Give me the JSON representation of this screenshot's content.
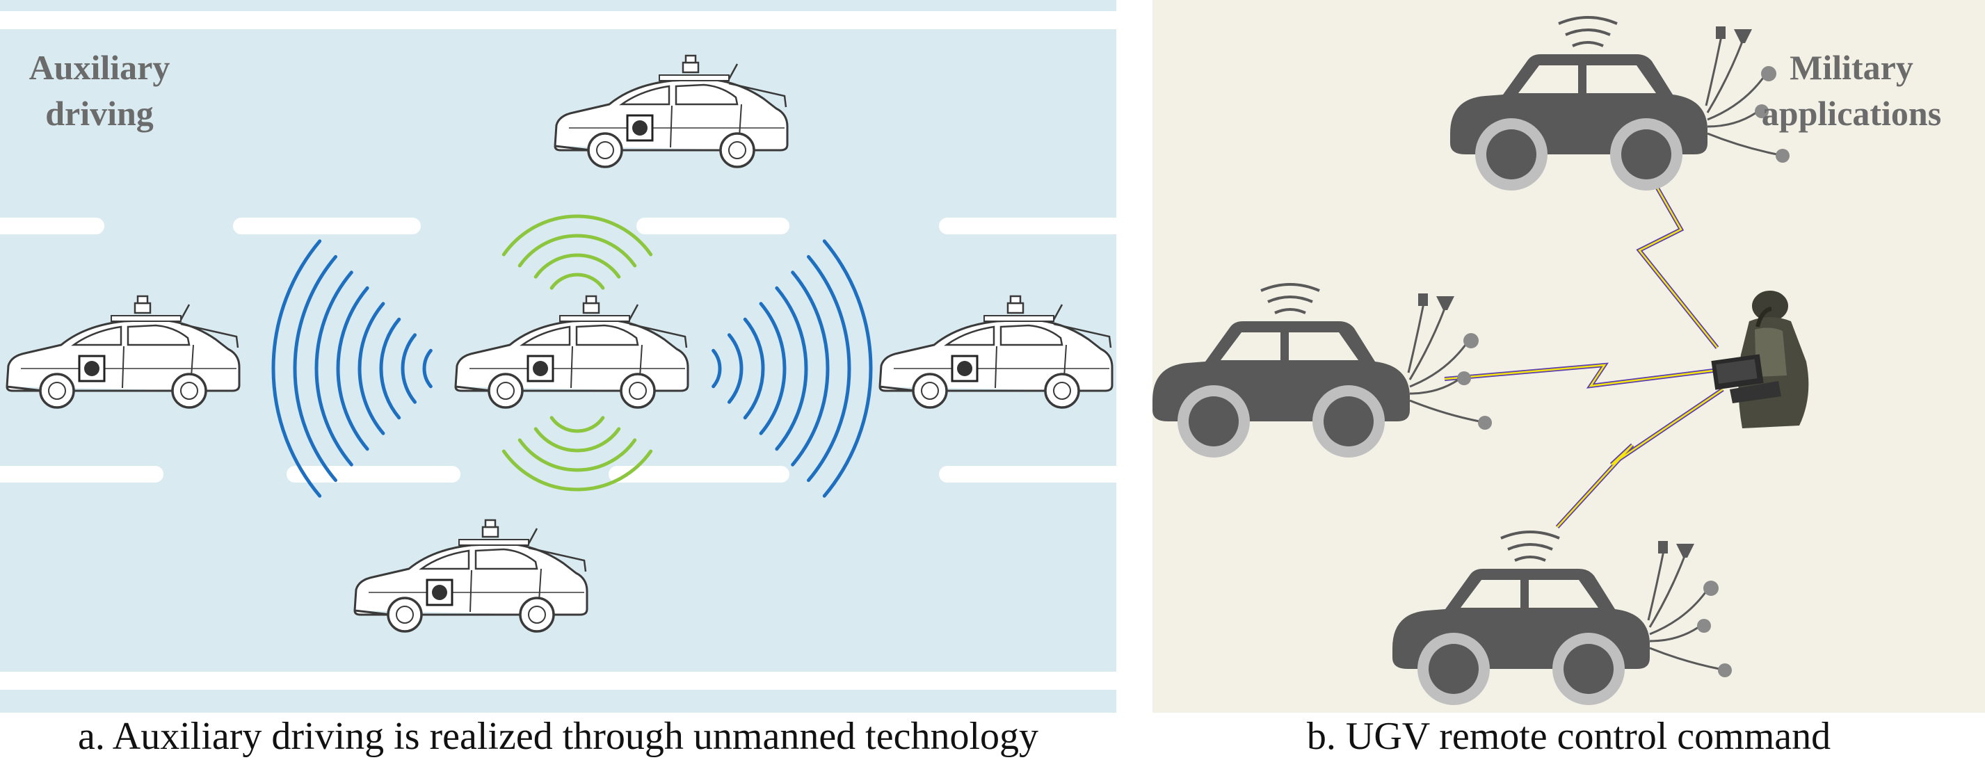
{
  "panel_a": {
    "label_line1": "Auxiliary",
    "label_line2": "driving",
    "caption": "a. Auxiliary driving is realized through unmanned technology"
  },
  "panel_b": {
    "label_line1": "Military",
    "label_line2": "applications",
    "caption": "b. UGV remote control command"
  },
  "colors": {
    "road_background": "#d9ebf0",
    "road_marking": "#ffffff",
    "signal_horizontal": "#1f6fc0",
    "signal_vertical": "#8cc63f",
    "panel_b_background": "#f3f0e6",
    "ugv_body": "#595959",
    "ugv_wheel": "#bfbfbf",
    "link_line": "#5b3fb0",
    "link_bolt": "#f5e60f",
    "label_text": "#6b6b6b"
  },
  "icons": {
    "autonomous_car": "sedan-with-roof-sensor",
    "ugv": "ground-vehicle-with-antenna",
    "operator": "soldier-with-laptop"
  }
}
